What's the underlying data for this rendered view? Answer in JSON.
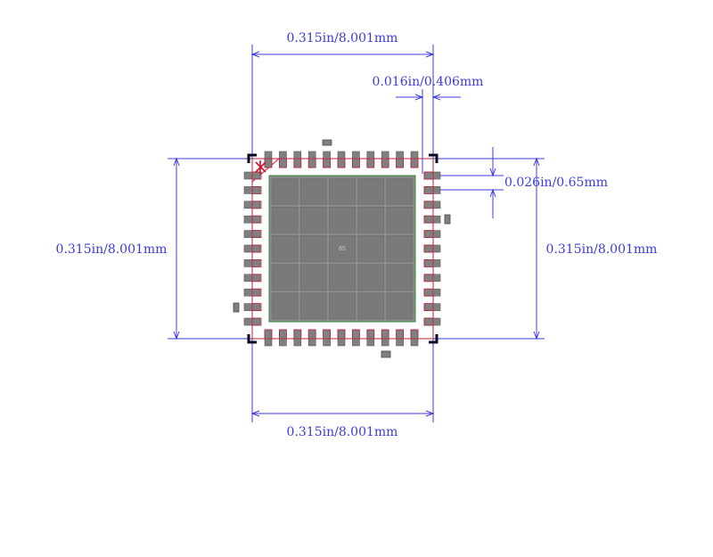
{
  "dimensions": {
    "top_width": "0.315in/8.001mm",
    "pad_width": "0.016in/0.406mm",
    "pitch": "0.026in/0.65mm",
    "left_height": "0.315in/8.001mm",
    "right_height": "0.315in/8.001mm",
    "bottom_width": "0.315in/8.001mm"
  },
  "center_pad_label": "65",
  "pins_per_side": 11,
  "thermal_grid": [
    5,
    5
  ],
  "colors": {
    "dimension": "#3c3cdc",
    "pad_fill": "#808080",
    "pad_outline": "#c0203a",
    "pin1_marker": "#d0102a",
    "corner_mark": "#0a0a1e",
    "thermal_outline": "#2e8b3a"
  }
}
